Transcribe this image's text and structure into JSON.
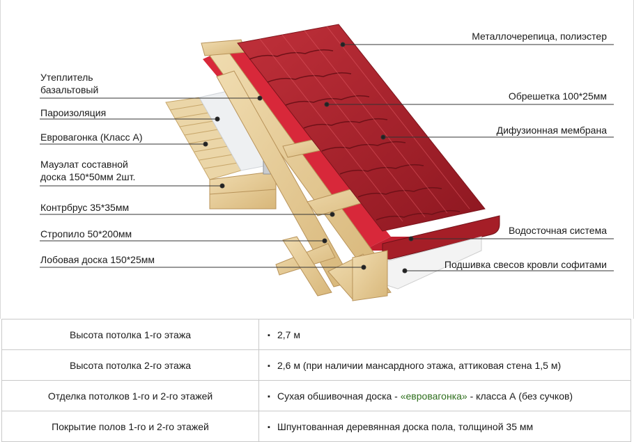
{
  "labels": {
    "left": {
      "insulation": "Утеплитель\nбазальтовый",
      "vapor_barrier": "Пароизоляция",
      "eurolining": "Евровагонка (Класс А)",
      "mauerlat": "Мауэлат составной\nдоска 150*50мм 2шт.",
      "counter_batten": "Контрбрус 35*35мм",
      "rafter": "Стропило 50*200мм",
      "fascia": "Лобовая доска 150*25мм"
    },
    "right": {
      "metal_tile": "Металлочерепица, полиэстер",
      "lathing": "Обрешетка 100*25мм",
      "membrane": "Дифузионная мембрана",
      "gutter": "Водосточная система",
      "soffit": "Подшивка свесов кровли софитами"
    }
  },
  "specs": [
    {
      "property": "Высота потолка 1-го этажа",
      "value": "2,7 м"
    },
    {
      "property": "Высота потолка 2-го этажа",
      "value": "2,6 м (при наличии мансардного этажа, аттиковая стена 1,5 м)"
    },
    {
      "property": "Отделка потолков 1-го и 2-го этажей",
      "value_before": "Сухая обшивочная доска - ",
      "value_highlight": "«евровагонка»",
      "value_after": " - класса А (без сучков)"
    },
    {
      "property": "Покрытие полов 1-го и 2-го этажей",
      "value": "Шпунтованная деревянная доска пола, толщиной 35 мм"
    }
  ],
  "colors": {
    "roof_red": "#b3222b",
    "membrane_red": "#d8283a",
    "wood": "#e9cf9c",
    "insulation": "#b9bd92",
    "highlight_green": "#2f6f1e"
  }
}
